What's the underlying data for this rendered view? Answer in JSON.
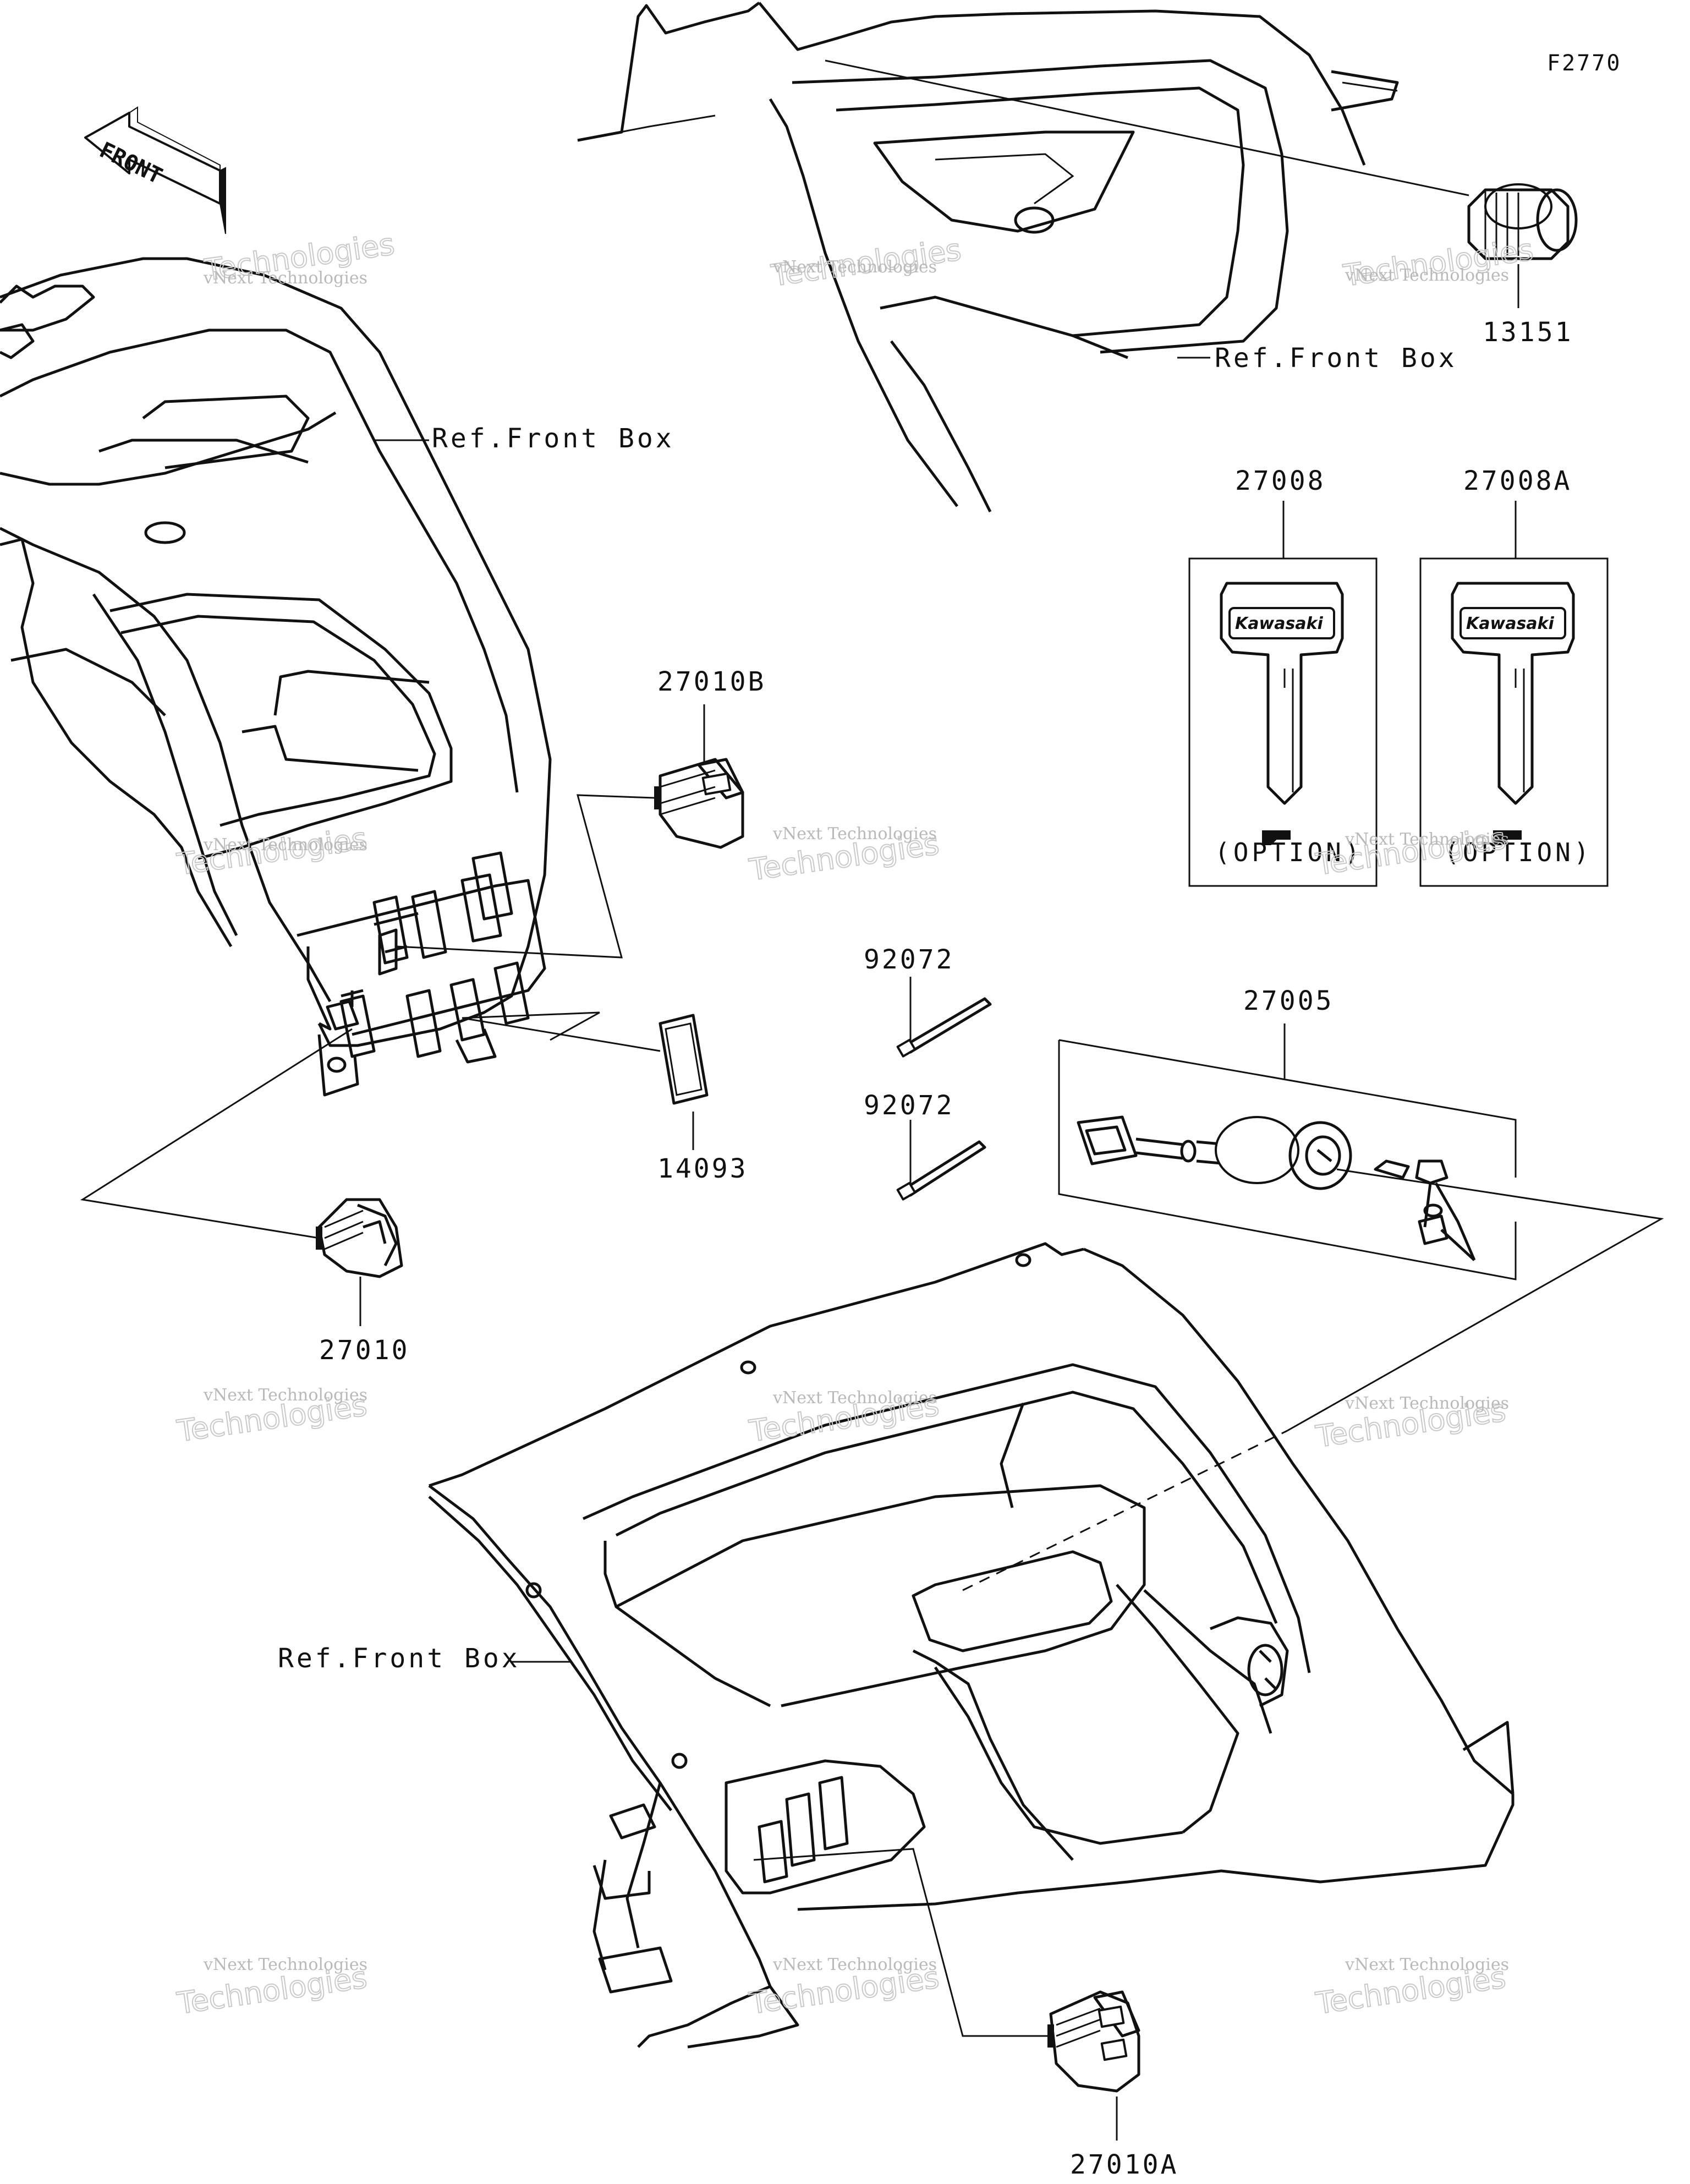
{
  "figure_id": "F2770",
  "front_label": "FRONT",
  "ref_labels": {
    "front_box": "Ref.Front Box"
  },
  "parts": {
    "p13151": "13151",
    "p27008": "27008",
    "p27008A": "27008A",
    "p27010B": "27010B",
    "p14093": "14093",
    "p92072_a": "92072",
    "p92072_b": "92072",
    "p27005": "27005",
    "p27010": "27010",
    "p27010A": "27010A"
  },
  "option_label": "(OPTION)",
  "key_brand": "Kawasaki",
  "watermark": {
    "line1": "vNext Technologies",
    "line2": "vNext",
    "line3": "Technologies"
  }
}
